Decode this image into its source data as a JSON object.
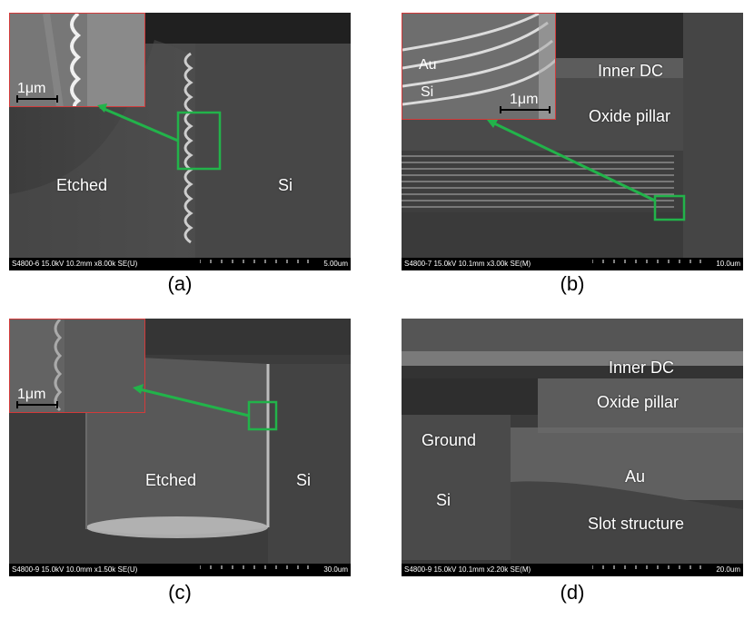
{
  "panels": {
    "a": {
      "caption": "(a)",
      "status": "S4800-6 15.0kV 10.2mm x8.00k SE(U)",
      "scale": "5.00um",
      "inset_scale": "1μm",
      "labels": {
        "etched": "Etched",
        "si": "Si"
      }
    },
    "b": {
      "caption": "(b)",
      "status": "S4800-7 15.0kV 10.1mm x3.00k SE(M)",
      "scale": "10.0um",
      "inset_scale": "1μm",
      "labels": {
        "inner_dc": "Inner DC",
        "oxide_pillar": "Oxide pillar",
        "au": "Au",
        "si": "Si"
      }
    },
    "c": {
      "caption": "(c)",
      "status": "S4800-9 15.0kV 10.0mm x1.50k SE(U)",
      "scale": "30.0um",
      "inset_scale": "1μm",
      "labels": {
        "etched": "Etched",
        "si": "Si"
      }
    },
    "d": {
      "caption": "(d)",
      "status": "S4800-9 15.0kV 10.1mm x2.20k SE(M)",
      "scale": "20.0um",
      "labels": {
        "inner_dc": "Inner DC",
        "oxide_pillar": "Oxide pillar",
        "ground": "Ground",
        "au": "Au",
        "si": "Si",
        "slot_structure": "Slot structure"
      }
    }
  },
  "colors": {
    "inset_border": "#d23a3a",
    "highlight": "#22b34a",
    "statusbar": "#000000"
  }
}
